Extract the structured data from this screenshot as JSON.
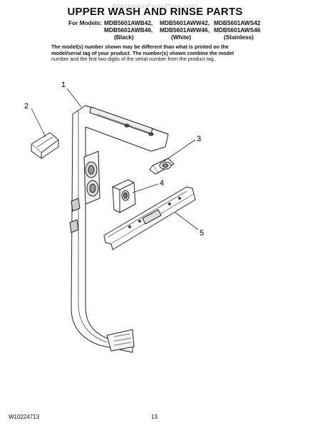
{
  "watermark": "AppliancePartsPros.com",
  "title": "UPPER WASH AND RINSE PARTS",
  "models_label": "For Models:",
  "models": {
    "row1": [
      "MDB5601AWB42,",
      "MDB5601AWW42,",
      "MDB5601AWS42"
    ],
    "row2": [
      "MDB5601AWB46,",
      "MDB5601AWW46,",
      "MDB5601AWS46"
    ],
    "row3": [
      "(Black)",
      "(White)",
      "(Stainless)"
    ]
  },
  "note": {
    "line1": "The model(s) number shown may be different than what is printed on the",
    "line2": "model/serial tag of your product. The number(s) shown combine the model",
    "line3": "number and the first two digits of the serial number from the product tag."
  },
  "callouts": [
    "1",
    "2",
    "3",
    "4",
    "5"
  ],
  "footer": {
    "doc_number": "W10224713",
    "page_number": "13"
  }
}
